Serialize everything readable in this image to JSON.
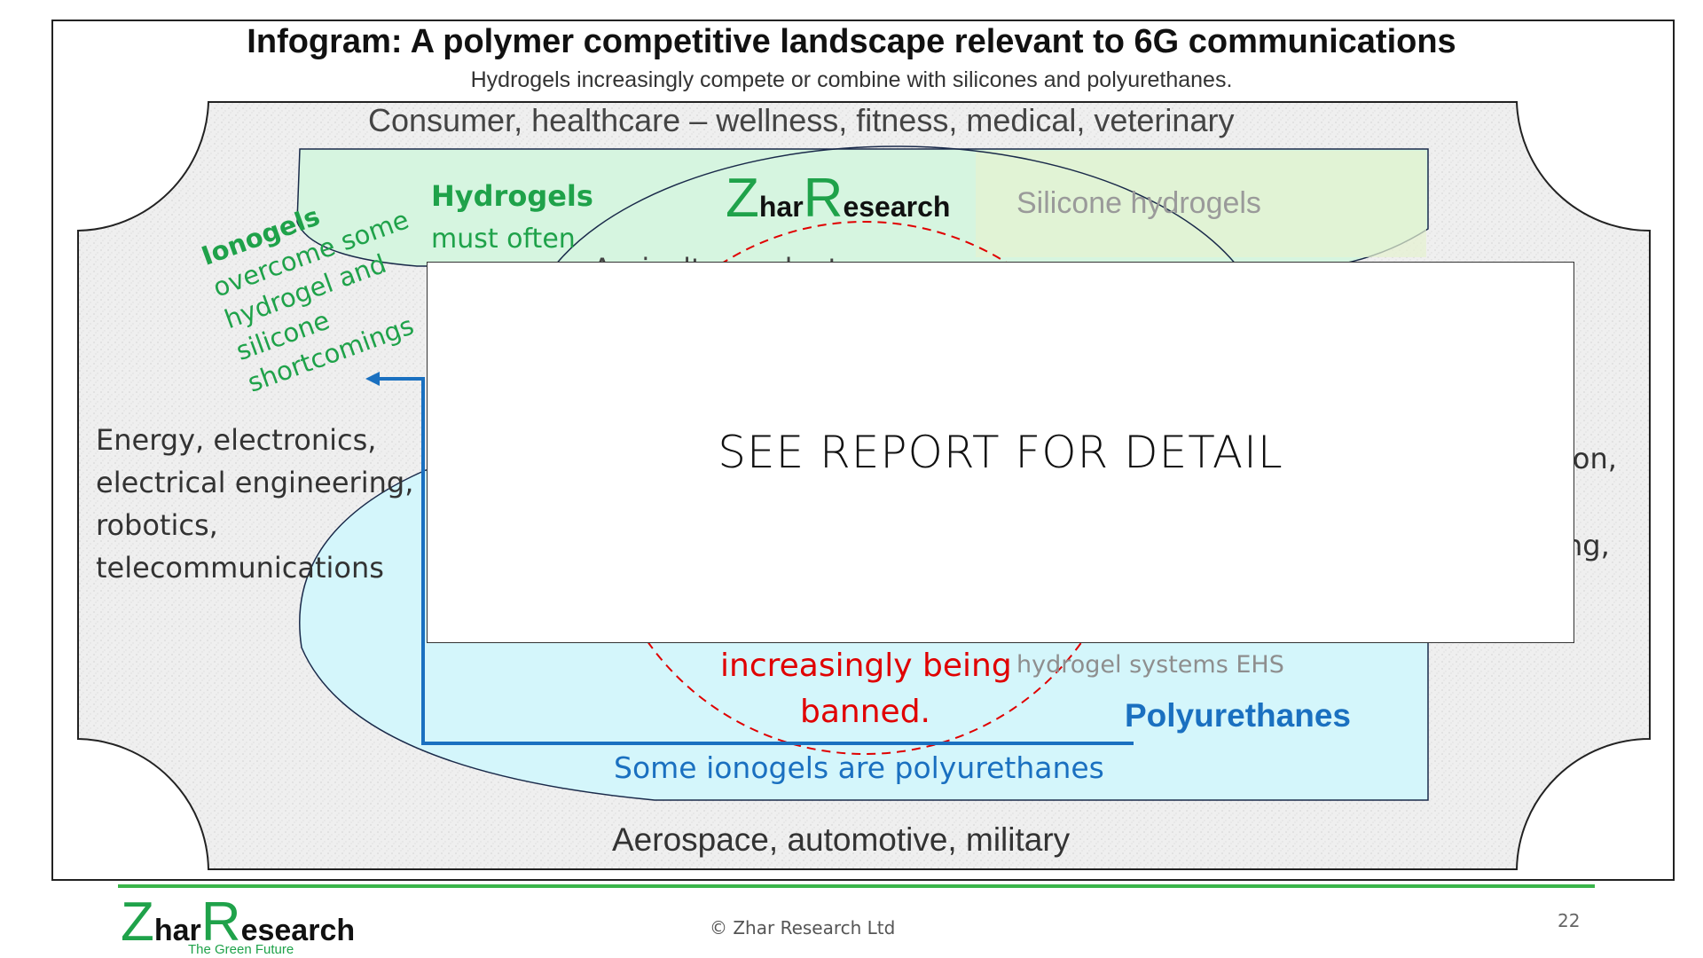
{
  "title": "Infogram: A polymer competitive landscape relevant to 6G communications",
  "subtitle": "Hydrogels increasingly compete or combine with silicones and polyurethanes.",
  "sectors": {
    "top": "Consumer, healthcare – wellness, fitness, medical, veterinary",
    "bottom": "Aerospace, automotive, military",
    "left": "Energy, electronics, electrical engineering, robotics, telecommunications",
    "right_fragment_1": "ion,",
    "right_fragment_2": "ng,"
  },
  "ionogels": {
    "title": "Ionogels",
    "text": "overcome some hydrogel and silicone shortcomings"
  },
  "hydrogels": {
    "title": "Hydrogels",
    "text": "must often"
  },
  "silicone_hydrogels": "Silicone hydrogels",
  "agri_fragment": "Agriculture, plant",
  "banned": {
    "line1": "increasingly being",
    "line2": "banned."
  },
  "hydrogel_systems": "hydrogel systems EHS",
  "polyurethanes": "Polyurethanes",
  "some_ionogels": "Some ionogels are polyurethanes",
  "overlay_text": "SEE REPORT FOR DETAIL",
  "logo": {
    "z": "Z",
    "har": "har",
    "r": "R",
    "esearch": "esearch",
    "tagline": "The Green Future"
  },
  "footer": {
    "copyright": "© Zhar Research Ltd",
    "page_number": "22"
  },
  "colors": {
    "green": "#1fa24a",
    "blue": "#1a70c0",
    "red": "#e00000",
    "hydrogel_fill": "#d6f5e0",
    "polyurethane_fill": "#d4f6fb"
  }
}
